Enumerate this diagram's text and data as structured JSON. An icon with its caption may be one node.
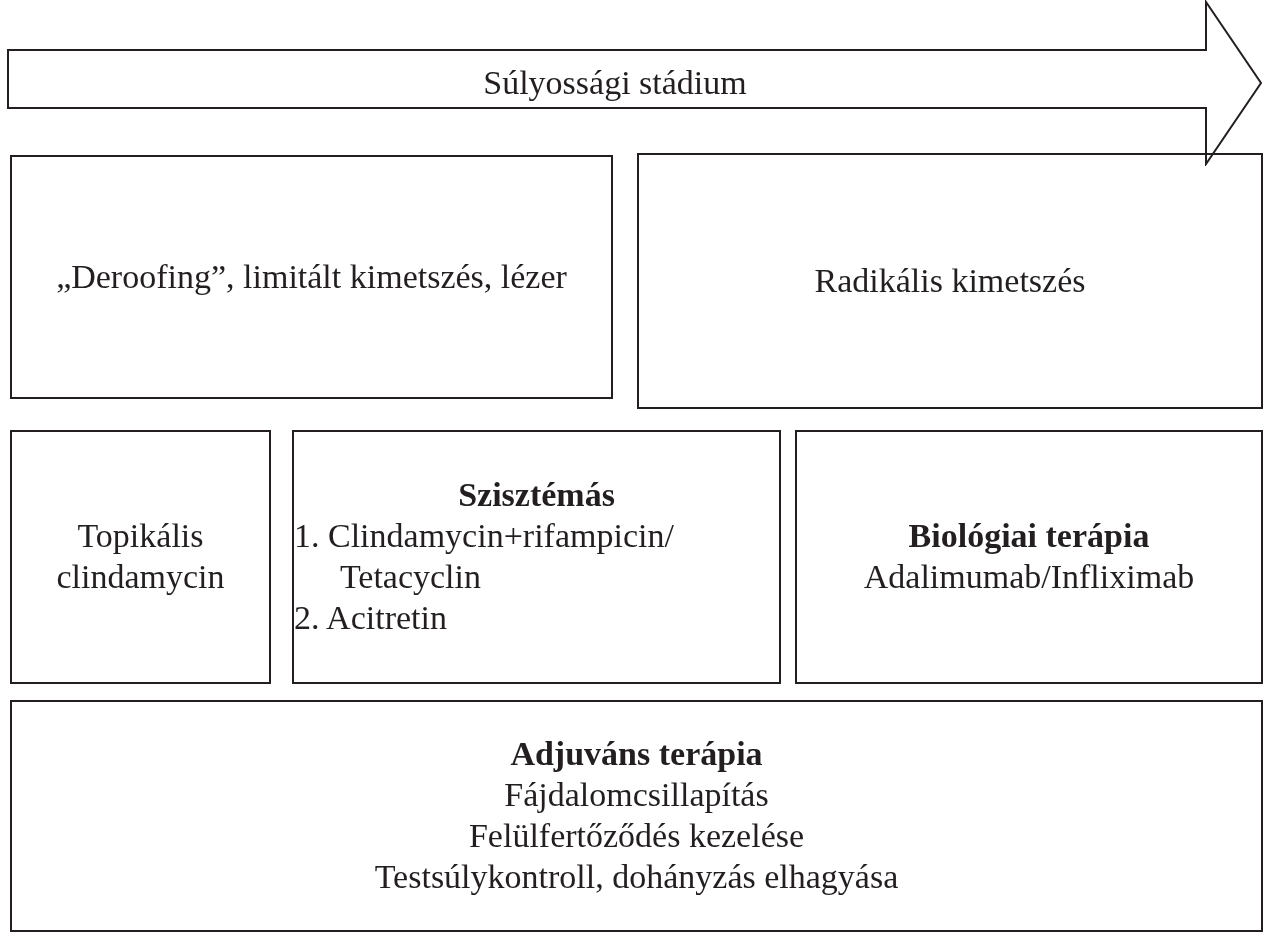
{
  "diagram": {
    "nodes": [
      {
        "text": [
          "Súlyossági stádium"
        ]
      },
      {
        "text": [
          "„Deroofing”, limitált kimetszés, lézer"
        ]
      },
      {
        "text": [
          "Radikális kimetszés"
        ]
      },
      {
        "text": [
          "Topikális clindamycin"
        ]
      },
      {
        "text": [
          "Szisztémás",
          "1. Clindamycin+rifampicin/ Tetacyclin",
          "2. Acitretin"
        ]
      },
      {
        "text": [
          "Biológiai terápia",
          "Adalimumab/Infliximab"
        ]
      },
      {
        "text": [
          "Adjuváns terápia",
          "Fájdalomcsillapítás",
          "Felülfertőződés kezelése",
          "Testsúlykontroll, dohányzás elhagyása"
        ]
      }
    ],
    "edges": []
  }
}
